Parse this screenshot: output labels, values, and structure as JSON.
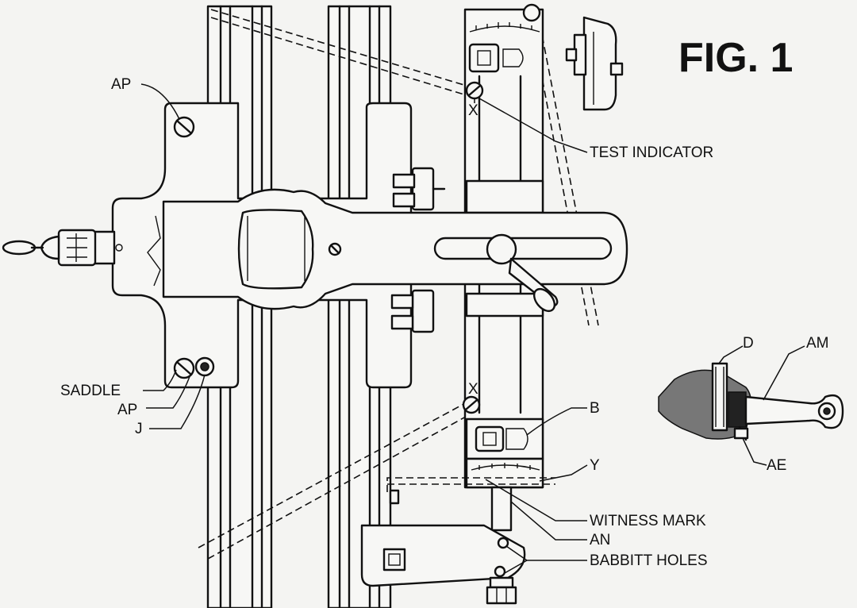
{
  "figure": {
    "title": "FIG. 1",
    "labels": {
      "ap_top": "AP",
      "test_indicator": "TEST INDICATOR",
      "x_top": "X",
      "x_bottom": "X",
      "saddle": "SADDLE",
      "ap_bottom": "AP",
      "j": "J",
      "b": "B",
      "y": "Y",
      "witness_mark": "WITNESS MARK",
      "an": "AN",
      "babbitt_holes": "BABBITT HOLES",
      "d": "D",
      "am": "AM",
      "ae": "AE"
    }
  }
}
